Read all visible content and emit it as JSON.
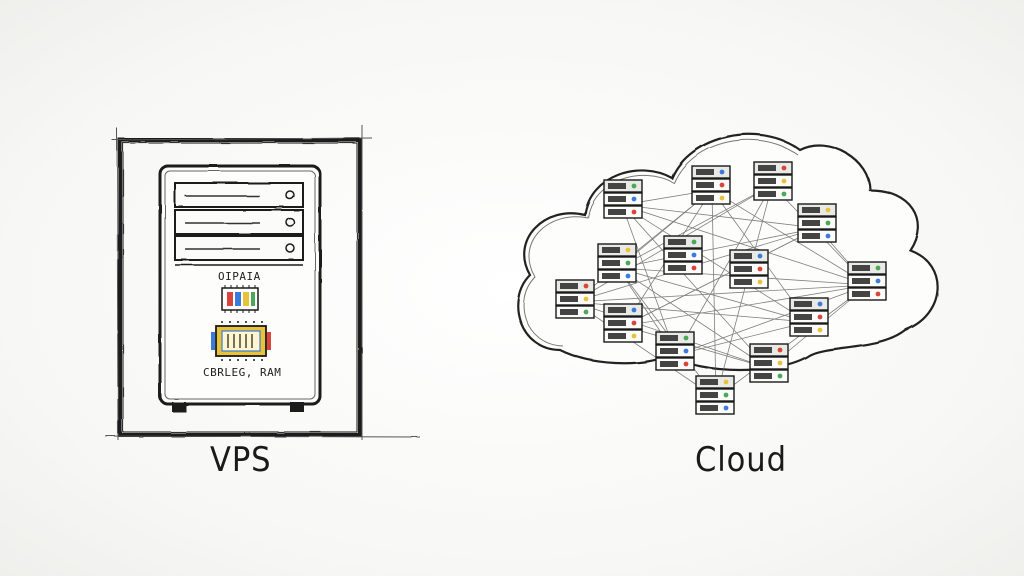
{
  "vps": {
    "caption": "VPS",
    "chip_label_top": "OIPAIA",
    "chip_label_bottom": "CBRLEG, RAM"
  },
  "cloud": {
    "caption": "Cloud",
    "server_count": 14
  },
  "colors": {
    "ink": "#1a1a1a",
    "paper": "#fbfbfa",
    "chip_red": "#d9453b",
    "chip_blue": "#3b7bd9",
    "chip_yellow": "#e8c23a",
    "chip_green": "#4aa856"
  }
}
